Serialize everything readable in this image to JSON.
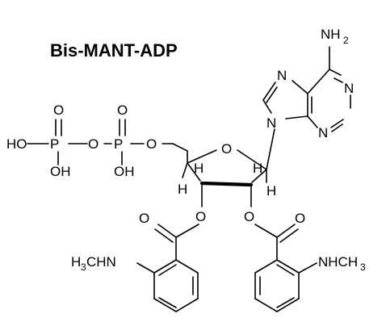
{
  "title": "Bis-MANT-ADP",
  "atoms": {
    "amino": "NH",
    "amino_sub": "2",
    "n7": "N",
    "n1": "N",
    "n9": "N",
    "n3": "N",
    "ho": "HO",
    "p1": "P",
    "p2": "P",
    "o_bridge": "O",
    "o_ester5": "O",
    "o_top1": "O",
    "o_top2": "O",
    "oh1": "OH",
    "oh2": "OH",
    "o_ring": "O",
    "h_c4": "H",
    "h_c1": "H",
    "h_c3": "H",
    "h_c2": "H",
    "o_3ester": "O",
    "o_2ester": "O",
    "o_carbonyl_left": "O",
    "o_carbonyl_right": "O",
    "h3chn_h": "H",
    "h3chn_sub": "3",
    "h3chn_rest": "CHN",
    "nhch3_main": "NHCH",
    "nhch3_sub": "3"
  }
}
